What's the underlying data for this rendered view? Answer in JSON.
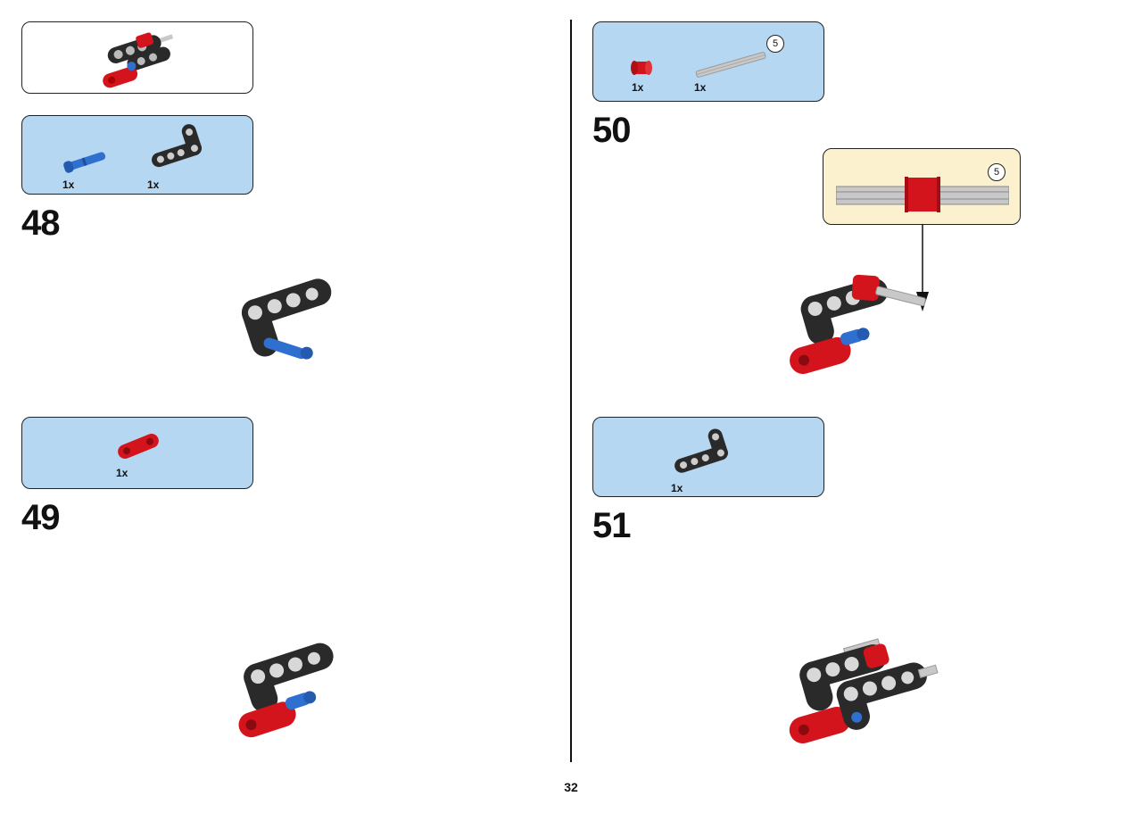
{
  "page": {
    "number": "32"
  },
  "left": {
    "preview": {},
    "step48": {
      "number": "48",
      "parts": [
        {
          "name": "blue-pin",
          "qty": "1x"
        },
        {
          "name": "black-l-beam",
          "qty": "1x"
        }
      ]
    },
    "step49": {
      "number": "49",
      "parts": [
        {
          "name": "red-connector",
          "qty": "1x"
        }
      ]
    }
  },
  "right": {
    "step50": {
      "number": "50",
      "parts": [
        {
          "name": "red-bush",
          "qty": "1x"
        },
        {
          "name": "grey-axle",
          "qty": "1x"
        }
      ],
      "axle_length": "5",
      "callout_axle_length": "5"
    },
    "step51": {
      "number": "51",
      "parts": [
        {
          "name": "black-l-beam",
          "qty": "1x"
        }
      ]
    }
  },
  "colors": {
    "parts_bg": "#b5d7f2",
    "callout_bg": "#fbf1cf",
    "red": "#d4141c",
    "blue": "#2f6fd0",
    "black": "#2a2a2a",
    "grey": "#c8c8c8"
  }
}
